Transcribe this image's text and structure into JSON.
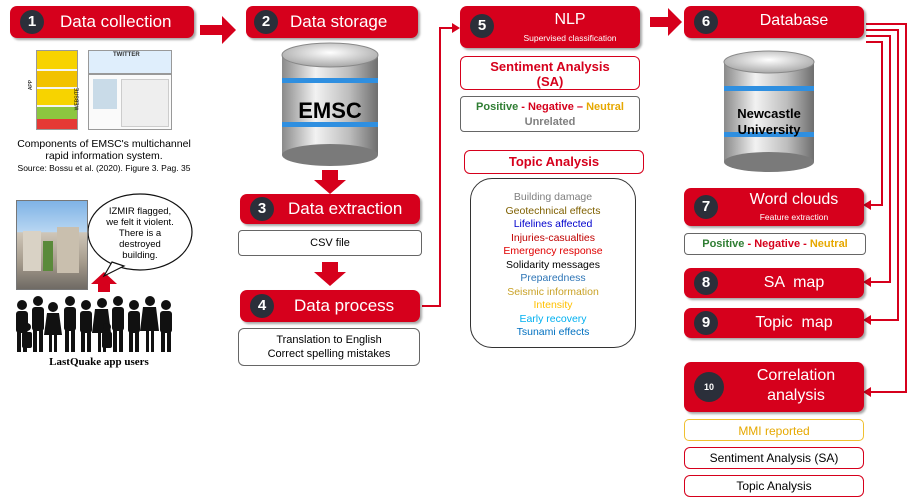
{
  "step1": {
    "num": "1",
    "title": "Data collection"
  },
  "step2": {
    "num": "2",
    "title": "Data storage",
    "cylinder_label": "EMSC"
  },
  "step3": {
    "num": "3",
    "title": "Data extraction",
    "output": "CSV file"
  },
  "step4": {
    "num": "4",
    "title": "Data process",
    "output_line1": "Translation to English",
    "output_line2": "Correct spelling mistakes"
  },
  "step5": {
    "num": "5",
    "title": "NLP",
    "subtitle": "Supervised classification",
    "sa_title_line1": "Sentiment Analysis",
    "sa_title_line2": "(SA)",
    "sa_positive": "Positive",
    "sa_negative": "- Negative –",
    "sa_neutral": "Neutral",
    "sa_unrelated": "Unrelated",
    "topic_title": "Topic Analysis",
    "topics": [
      {
        "label": "Building damage",
        "color": "#7f7f7f"
      },
      {
        "label": "Geotechnical effects",
        "color": "#7f6000"
      },
      {
        "label": "Lifelines affected",
        "color": "#0000cc"
      },
      {
        "label": "Injuries-casualties",
        "color": "#c00000"
      },
      {
        "label": "Emergency response",
        "color": "#e00000"
      },
      {
        "label": "Solidarity messages",
        "color": "#000000"
      },
      {
        "label": "Preparedness",
        "color": "#2e75b6"
      },
      {
        "label": "Seismic information",
        "color": "#c9a227"
      },
      {
        "label": "Intensity",
        "color": "#ffc000"
      },
      {
        "label": "Early recovery",
        "color": "#00b0f0"
      },
      {
        "label": "Tsunami effects",
        "color": "#0070c0"
      }
    ]
  },
  "step6": {
    "num": "6",
    "title": "Database",
    "cylinder_line1": "Newcastle",
    "cylinder_line2": "University"
  },
  "step7": {
    "num": "7",
    "title": "Word clouds",
    "subtitle": "Feature extraction",
    "positive": "Positive",
    "negative": "- Negative -",
    "neutral": "Neutral"
  },
  "step8": {
    "num": "8",
    "title": "SA  map"
  },
  "step9": {
    "num": "9",
    "title": "Topic  map"
  },
  "step10": {
    "num": "10",
    "title_line1": "Correlation",
    "title_line2": "analysis",
    "items": [
      "MMI reported",
      "Sentiment Analysis (SA)",
      "Topic Analysis"
    ]
  },
  "collection": {
    "caption_line1": "Components of EMSC's multichannel",
    "caption_line2": "rapid information system.",
    "source": "Source: Bossu et al. (2020). Figure 3. Pag. 35",
    "speech_line1": "IZMIR flagged,",
    "speech_line2": "we felt it violent.",
    "speech_line3": "There is a",
    "speech_line4": "destroyed",
    "speech_line5": "building.",
    "users_label": "LastQuake app users",
    "twitter_label": "TWITTER",
    "website_label": "WEBSITE",
    "app_label": "APP"
  },
  "colors": {
    "accent_red": "#d6001c",
    "dark_badge": "#2b2f3a",
    "cylinder_blue": "#2f8fe0",
    "mmi_border": "#f0c030"
  }
}
